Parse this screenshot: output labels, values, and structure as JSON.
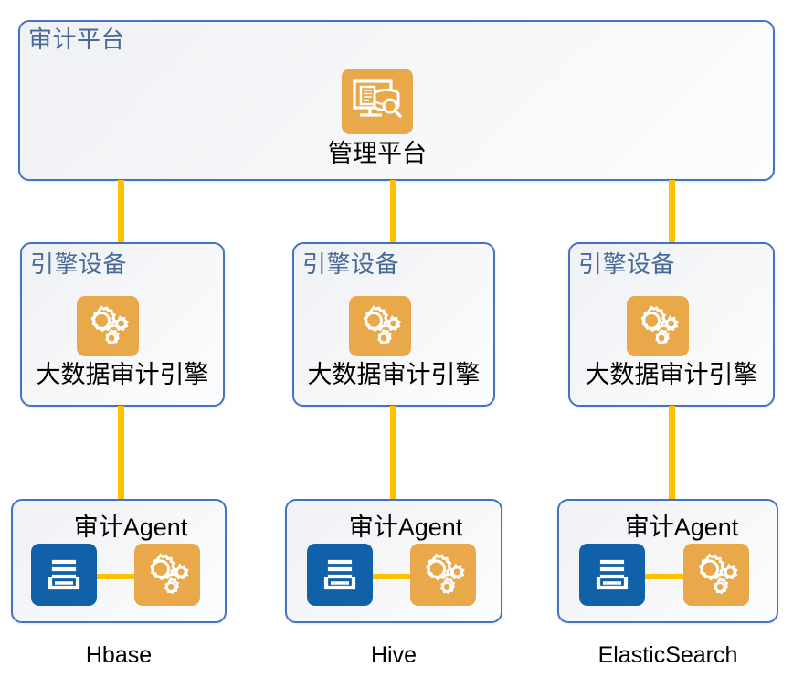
{
  "diagram": {
    "title": "审计平台",
    "colors": {
      "panel_border": "#4472C4",
      "panel_title": "#486A96",
      "connector": "#FFC000",
      "icon_orange": "#E9A84A",
      "icon_blue": "#1161A8",
      "caption": "#000000",
      "panel_fill_start": "#EFF1F5",
      "panel_fill_end": "#FCFDFE"
    },
    "platform": {
      "title": "审计平台",
      "node": {
        "icon": "management-platform-icon",
        "label": "管理平台"
      }
    },
    "engines": [
      {
        "title": "引擎设备",
        "icon": "gears-icon",
        "label": "大数据审计引擎"
      },
      {
        "title": "引擎设备",
        "icon": "gears-icon",
        "label": "大数据审计引擎"
      },
      {
        "title": "引擎设备",
        "icon": "gears-icon",
        "label": "大数据审计引擎"
      }
    ],
    "agents": [
      {
        "label": "审计Agent",
        "db_icon": "database-document-icon",
        "engine_icon": "gears-icon",
        "store": "Hbase"
      },
      {
        "label": "审计Agent",
        "db_icon": "database-document-icon",
        "engine_icon": "gears-icon",
        "store": "Hive"
      },
      {
        "label": "审计Agent",
        "db_icon": "database-document-icon",
        "engine_icon": "gears-icon",
        "store": "ElasticSearch"
      }
    ]
  }
}
